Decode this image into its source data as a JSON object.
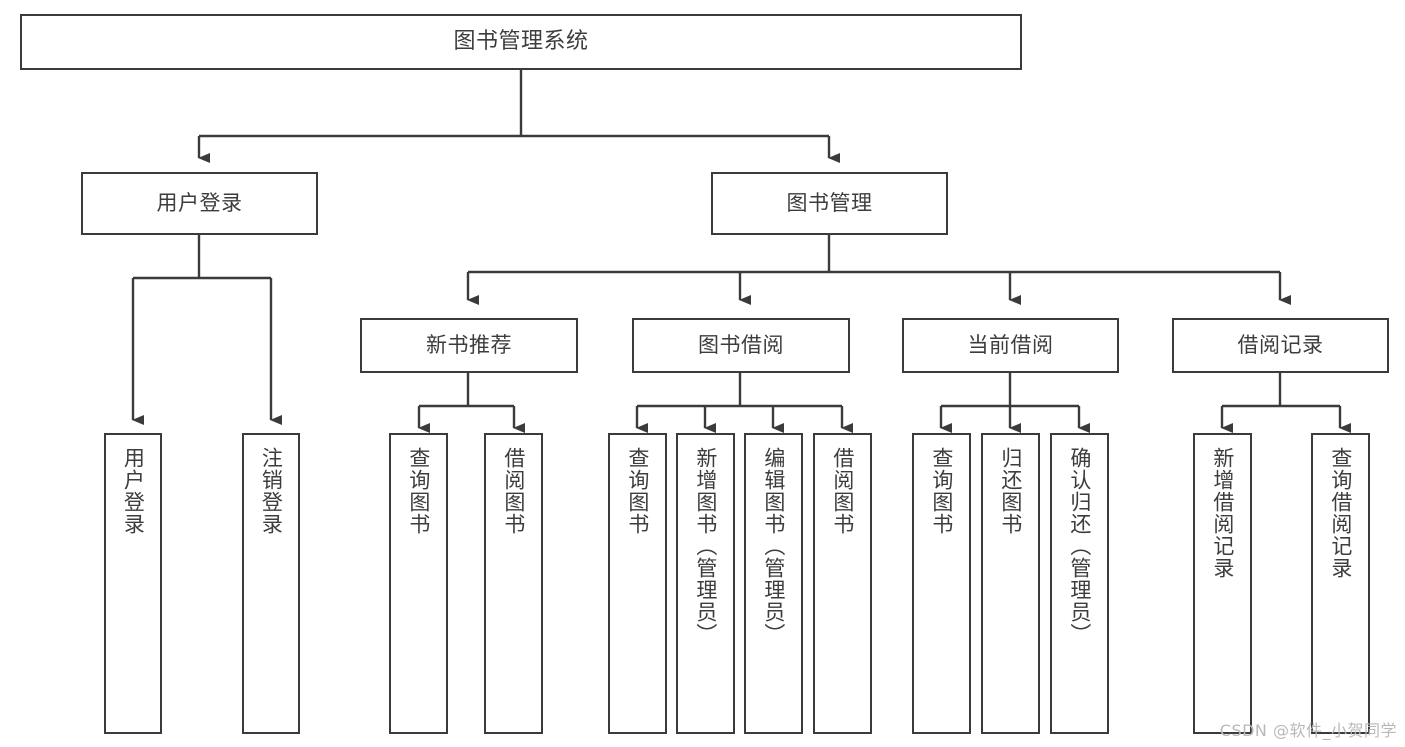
{
  "diagram": {
    "title": "图书管理系统",
    "type": "tree-hierarchy",
    "background_color": "#ffffff",
    "border_color": "#3b3b3b",
    "text_color": "#3d3d3d",
    "watermark": "CSDN @软件_小贺同学",
    "root": {
      "label": "图书管理系统"
    },
    "level1": [
      {
        "label": "用户登录"
      },
      {
        "label": "图书管理"
      }
    ],
    "level2": [
      {
        "label": "新书推荐"
      },
      {
        "label": "图书借阅"
      },
      {
        "label": "当前借阅"
      },
      {
        "label": "借阅记录"
      }
    ],
    "leaves": {
      "user_login": [
        {
          "label": "用户登录"
        },
        {
          "label": "注销登录"
        }
      ],
      "new_book_recommend": [
        {
          "label": "查询图书"
        },
        {
          "label": "借阅图书"
        }
      ],
      "book_borrow": [
        {
          "label": "查询图书"
        },
        {
          "label": "新增图书（管理员）"
        },
        {
          "label": "编辑图书（管理员）"
        },
        {
          "label": "借阅图书"
        }
      ],
      "current_borrow": [
        {
          "label": "查询图书"
        },
        {
          "label": "归还图书"
        },
        {
          "label": "确认归还（管理员）"
        }
      ],
      "borrow_record": [
        {
          "label": "新增借阅记录"
        },
        {
          "label": "查询借阅记录"
        }
      ]
    }
  }
}
